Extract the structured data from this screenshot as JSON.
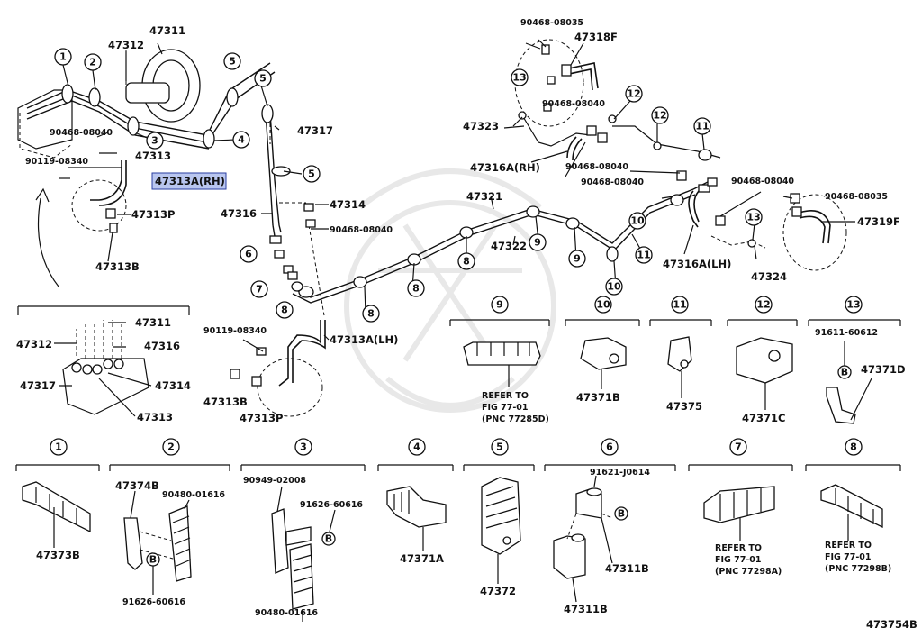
{
  "diagram_id": "473754B",
  "highlight_label": "47313A(RH)",
  "labels": {
    "l47311_top": "47311",
    "l47312_top": "47312",
    "l90468_08040_a": "90468-08040",
    "l47313_a": "47313",
    "l90119_08340_a": "90119-08340",
    "l47313p_a": "47313P",
    "l47313b_a": "47313B",
    "l47317_a": "47317",
    "l47314_a": "47314",
    "l47316_a": "47316",
    "l90468_08040_b": "90468-08040",
    "l47321": "47321",
    "l47322": "47322",
    "l90468_08035_a": "90468-08035",
    "l47318f": "47318F",
    "l47323": "47323",
    "l90468_08040_c": "90468-08040",
    "l47316a_rh": "47316A(RH)",
    "l90468_08040_d": "90468-08040",
    "l90468_08040_e": "90468-08040",
    "l90468_08040_f": "90468-08040",
    "l90468_08035_b": "90468-08035",
    "l47319f": "47319F",
    "l47316a_lh": "47316A(LH)",
    "l47324": "47324",
    "l47311_b": "47311",
    "l47312_b": "47312",
    "l47316_b": "47316",
    "l47317_b": "47317",
    "l47314_b": "47314",
    "l47313_b": "47313",
    "l90119_08340_b": "90119-08340",
    "l47313a_lh": "47313A(LH)",
    "l47313b_b": "47313B",
    "l47313p_b": "47313P",
    "d9_ref1": "REFER TO",
    "d9_ref2": "FIG 77-01",
    "d9_ref3": "(PNC 77285D)",
    "l47371b": "47371B",
    "l47375": "47375",
    "l47371c": "47371C",
    "l91611_60612": "91611-60612",
    "l47371d": "47371D",
    "l47373b": "47373B",
    "l47374b": "47374B",
    "l90480_01616_a": "90480-01616",
    "l91626_60616_a": "91626-60616",
    "l90949_02008": "90949-02008",
    "l91626_60616_b": "91626-60616",
    "l90480_01616_b": "90480-01616",
    "l47371a": "47371A",
    "l47372": "47372",
    "l91621_j0614": "91621-J0614",
    "l47311b_a": "47311B",
    "l47311b_b": "47311B",
    "d7_ref1": "REFER TO",
    "d7_ref2": "FIG 77-01",
    "d7_ref3": "(PNC 77298A)",
    "d8_ref1": "REFER TO",
    "d8_ref2": "FIG 77-01",
    "d8_ref3": "(PNC 77298B)",
    "b_letter": "B"
  },
  "callouts": {
    "c1": "1",
    "c2": "2",
    "c3": "3",
    "c4": "4",
    "c5": "5",
    "c6": "6",
    "c7": "7",
    "c8": "8",
    "c9": "9",
    "c10": "10",
    "c11": "11",
    "c12": "12",
    "c13": "13"
  }
}
